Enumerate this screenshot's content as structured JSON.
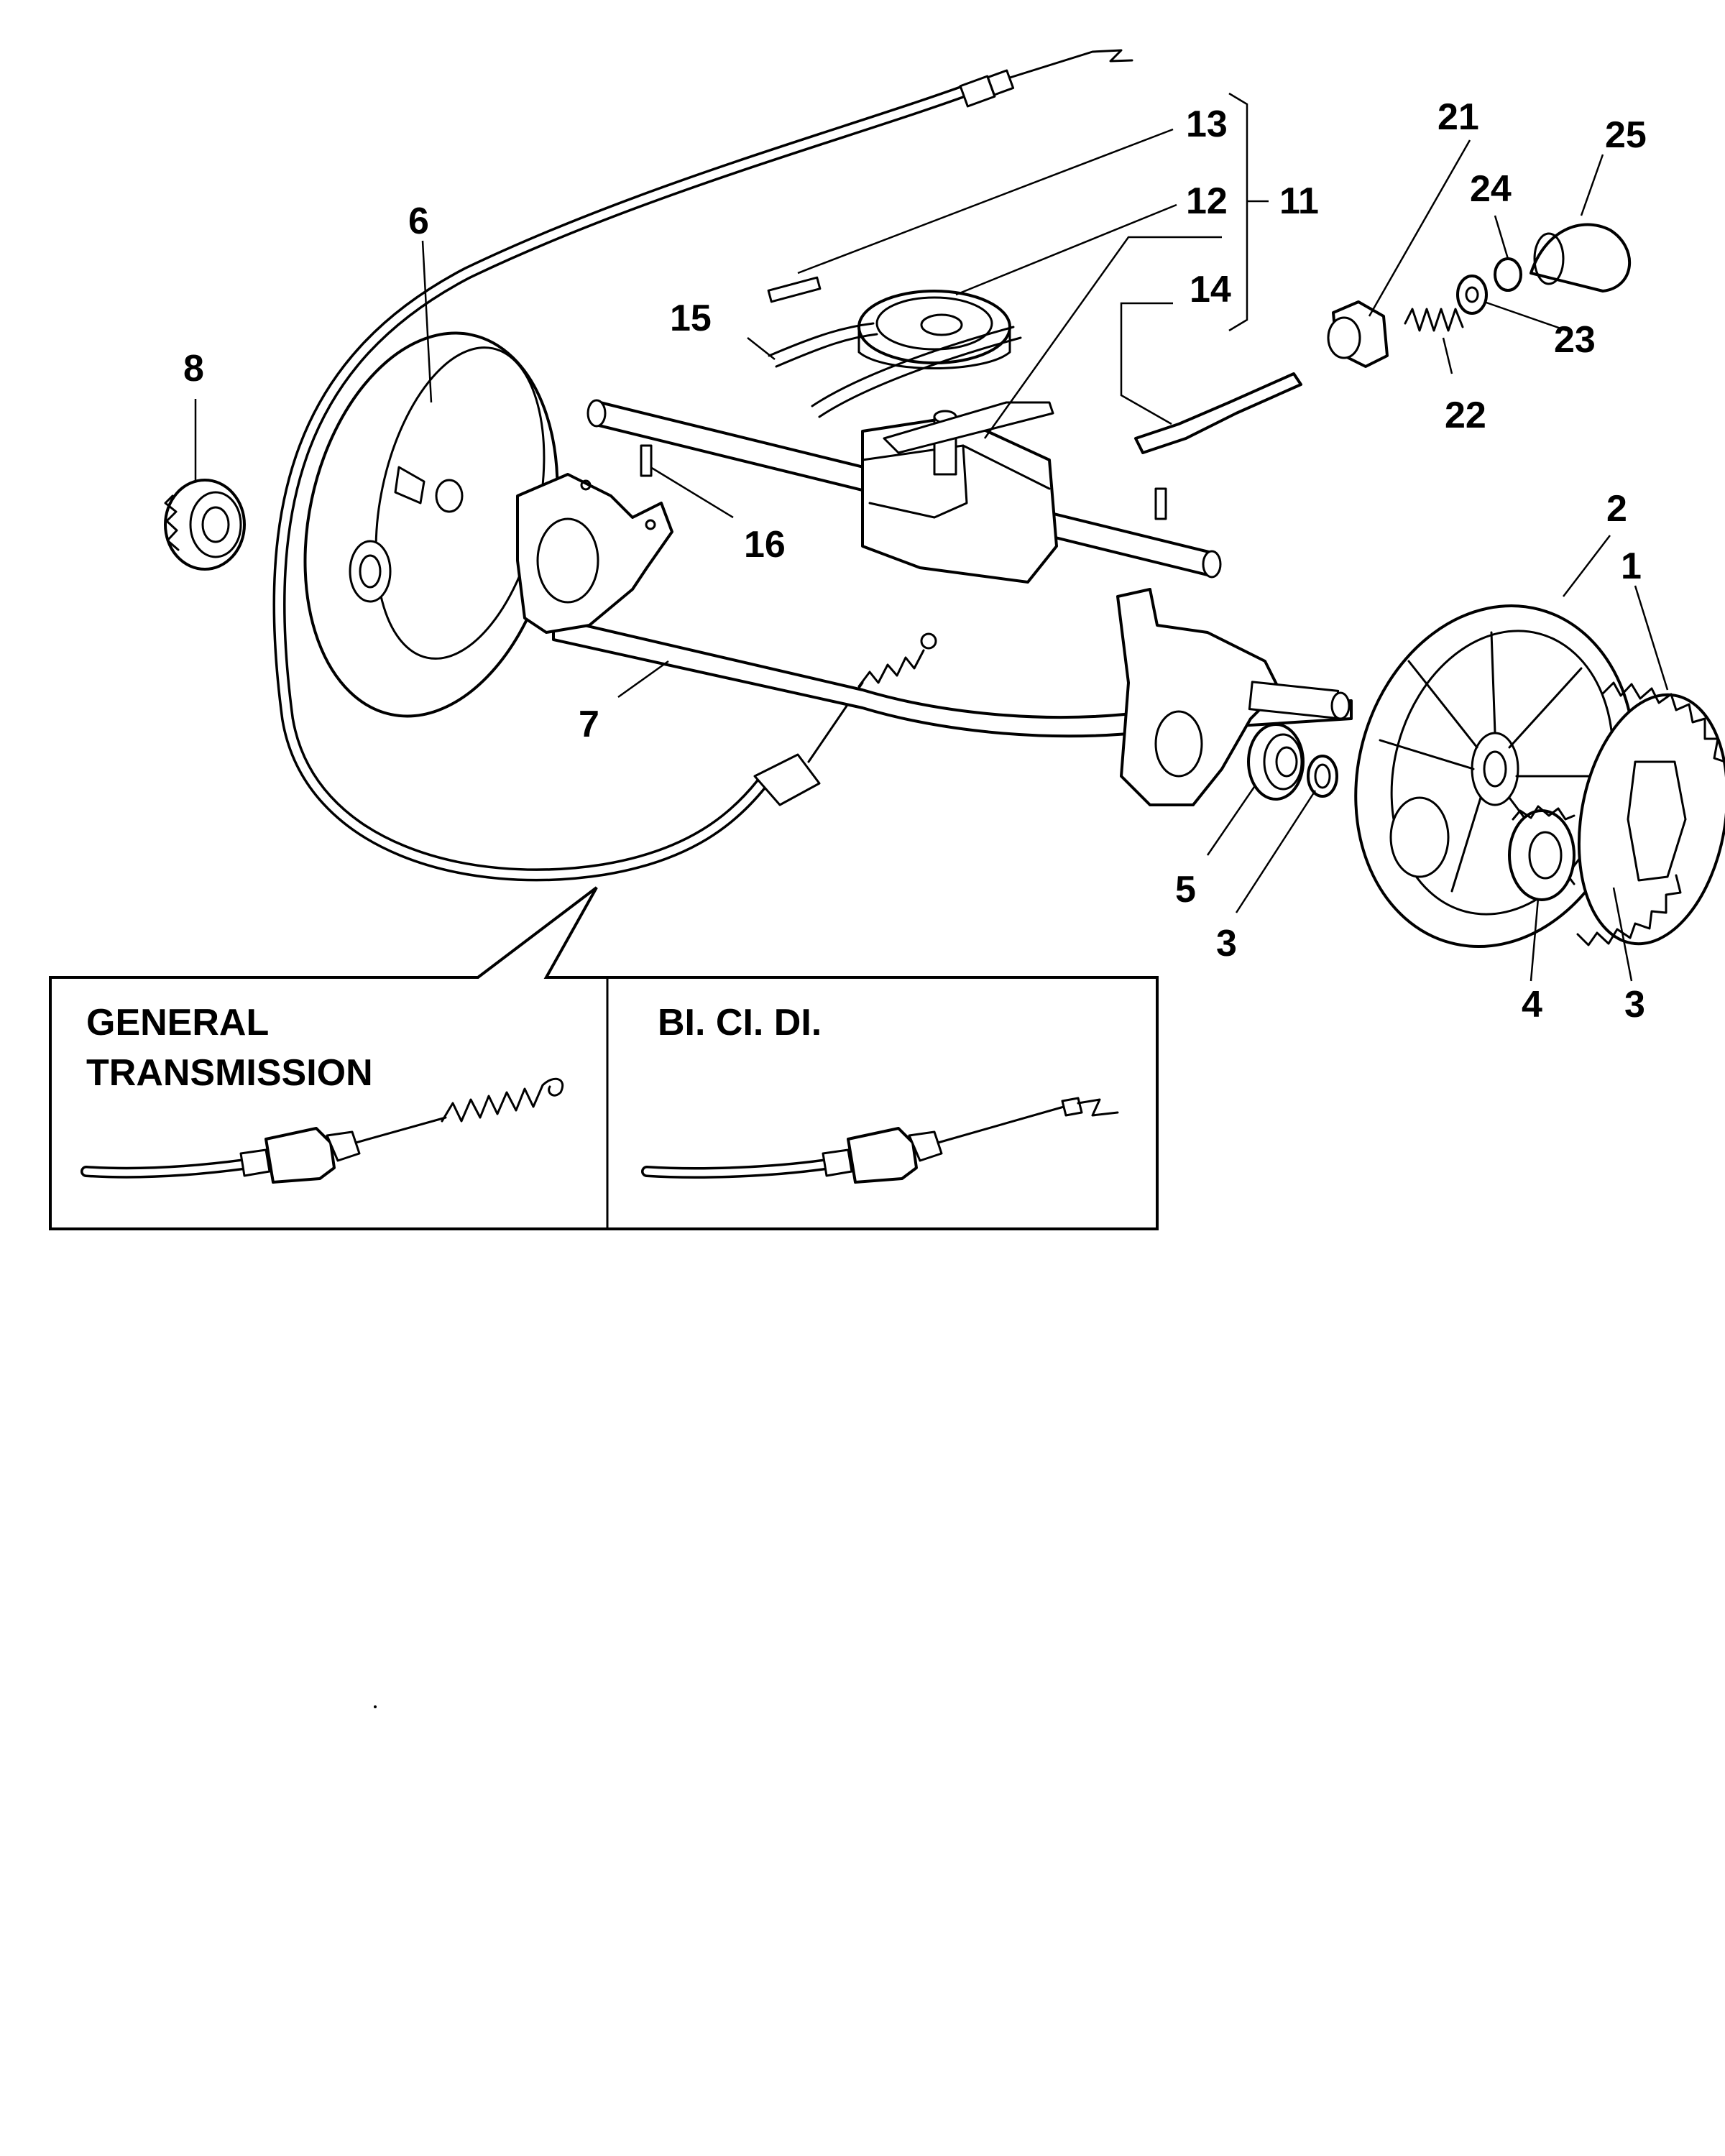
{
  "callouts": {
    "c1": "1",
    "c2": "2",
    "c3a": "3",
    "c3b": "3",
    "c4": "4",
    "c5": "5",
    "c6": "6",
    "c7": "7",
    "c8": "8",
    "c11": "11",
    "c12": "12",
    "c13": "13",
    "c14": "14",
    "c15": "15",
    "c16": "16",
    "c21": "21",
    "c22": "22",
    "c23": "23",
    "c24": "24",
    "c25": "25"
  },
  "inset": {
    "left_title_line1": "GENERAL",
    "left_title_line2": "TRANSMISSION",
    "right_title": "BI. CI. DI."
  }
}
